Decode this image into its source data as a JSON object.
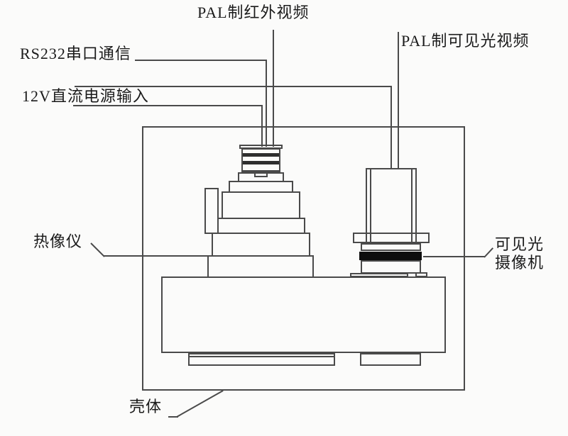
{
  "diagram": {
    "type": "engineering-line-drawing",
    "labels": {
      "pal_infrared_video": "PAL制红外视频",
      "rs232_serial": "RS232串口通信",
      "dc_power_input": "12V直流电源输入",
      "pal_visible_video": "PAL制可见光视频",
      "thermal_imager": "热像仪",
      "visible_camera_line1": "可见光",
      "visible_camera_line2": "摄像机",
      "housing": "壳体"
    },
    "colors": {
      "background": "#fbfbfa",
      "line": "#4a4a4a",
      "text": "#1b1b1b",
      "black_band": "#0d0d0d"
    }
  }
}
